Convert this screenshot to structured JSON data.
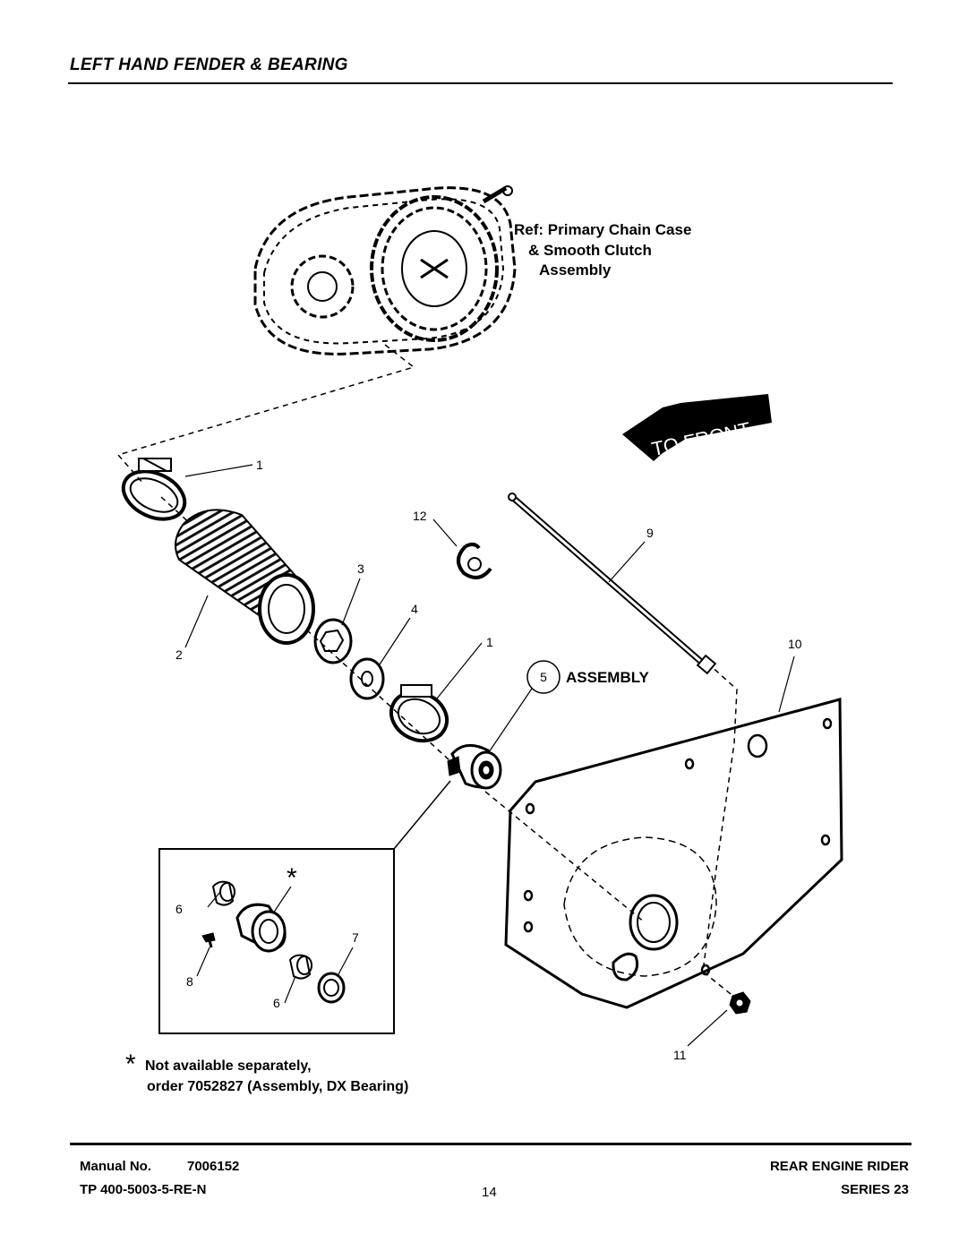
{
  "header": {
    "title": "LEFT HAND FENDER & BEARING"
  },
  "diagram": {
    "reference_note": [
      "Ref: Primary Chain Case",
      "& Smooth Clutch",
      "Assembly"
    ],
    "direction_label": "TO FRONT",
    "assembly_label": "ASSEMBLY",
    "assembly_number": "5",
    "asterisk": "*",
    "part_labels": {
      "p1a": "1",
      "p1b": "1",
      "p2": "2",
      "p3": "3",
      "p4": "4",
      "p6a": "6",
      "p6b": "6",
      "p7": "7",
      "p8": "8",
      "p9": "9",
      "p10": "10",
      "p11": "11",
      "p12": "12"
    },
    "footnote": [
      "Not available separately,",
      "order 7052827 (Assembly, DX Bearing)"
    ]
  },
  "footer": {
    "manual_label": "Manual No.",
    "manual_number": "7006152",
    "tp_number": "TP 400-5003-5-RE-N",
    "page_number": "14",
    "product": "REAR ENGINE RIDER",
    "series": "SERIES 23"
  }
}
